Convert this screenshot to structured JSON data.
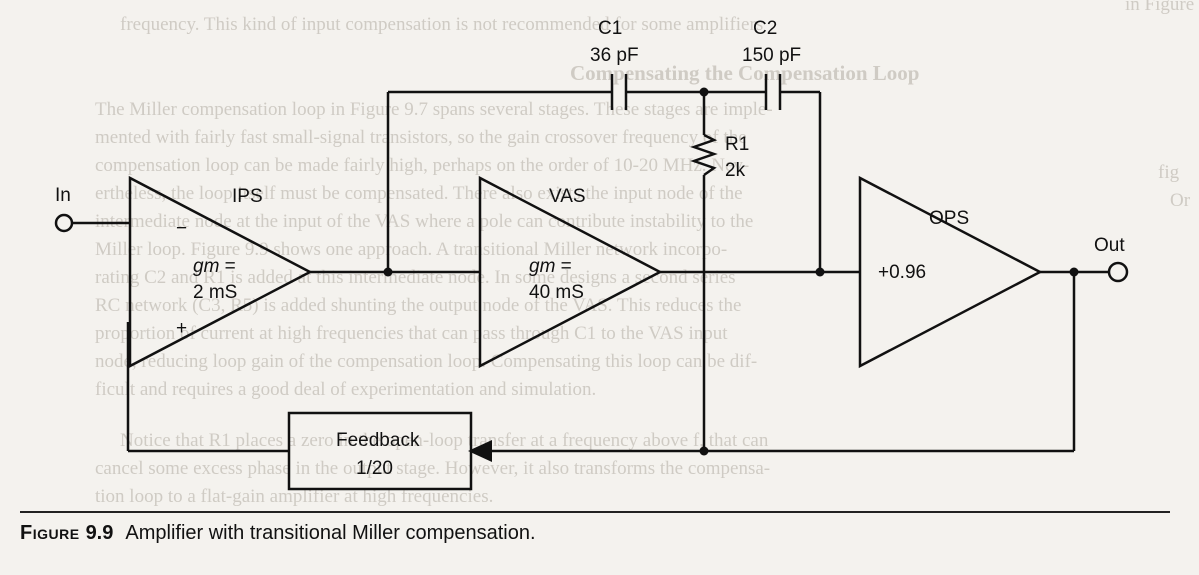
{
  "background_text": [
    "frequency. This kind of input compensation is not recommended for some amplifiers",
    "Compensating the Compensation Loop",
    "The Miller compensation loop in Figure 9.7 spans several stages. These stages are imple-",
    "mented with fairly fast small-signal transistors, so the gain crossover frequency of the",
    "compensation loop can be made fairly high, perhaps on the order of 10-20 MHz. Nev-",
    "ertheless, the loop itself must be compensated. There also exists the input node of the",
    "intermediate node at the input of the VAS where a pole can contribute instability to the",
    "Miller loop. Figure 9.9 shows one approach. A transitional Miller network incorpo-",
    "rating C2 and R1 is added at this intermediate node. In some designs a second series",
    "RC network (C3, R5) is added shunting the output node of the VAS. This reduces the",
    "proportion of current at high frequencies that can pass through C1 to the VAS input",
    "node, reducing loop gain of the compensation loop. Compensating this loop can be dif-",
    "ficult and requires a good deal of experimentation and simulation.",
    "Notice that R1 places a zero in the open-loop transfer at a frequency above f, that can",
    "cancel some excess phase in the output stage. However, it also transforms the compensa-",
    "tion loop to a flat-gain amplifier at high frequencies."
  ],
  "side_marks": [
    "in Figure",
    "fig",
    "Or"
  ],
  "diagram": {
    "in_label": "In",
    "out_label": "Out",
    "ips": {
      "name": "IPS",
      "minus": "−",
      "plus": "+",
      "gm_word": "gm",
      "gm_eq": " =",
      "gm_value": "2 mS"
    },
    "vas": {
      "name": "VAS",
      "gm_word": "gm",
      "gm_eq": " =",
      "gm_value": "40 mS"
    },
    "ops": {
      "name": "OPS",
      "gain": "+0.96"
    },
    "c1": {
      "name": "C1",
      "value": "36 pF"
    },
    "c2": {
      "name": "C2",
      "value": "150 pF"
    },
    "r1": {
      "name": "R1",
      "value": "2k"
    },
    "feedback": {
      "name": "Feedback",
      "ratio": "1/20"
    }
  },
  "caption": {
    "figure_word": "Figure",
    "figure_number": "9.9",
    "text": "Amplifier with transitional Miller compensation."
  }
}
